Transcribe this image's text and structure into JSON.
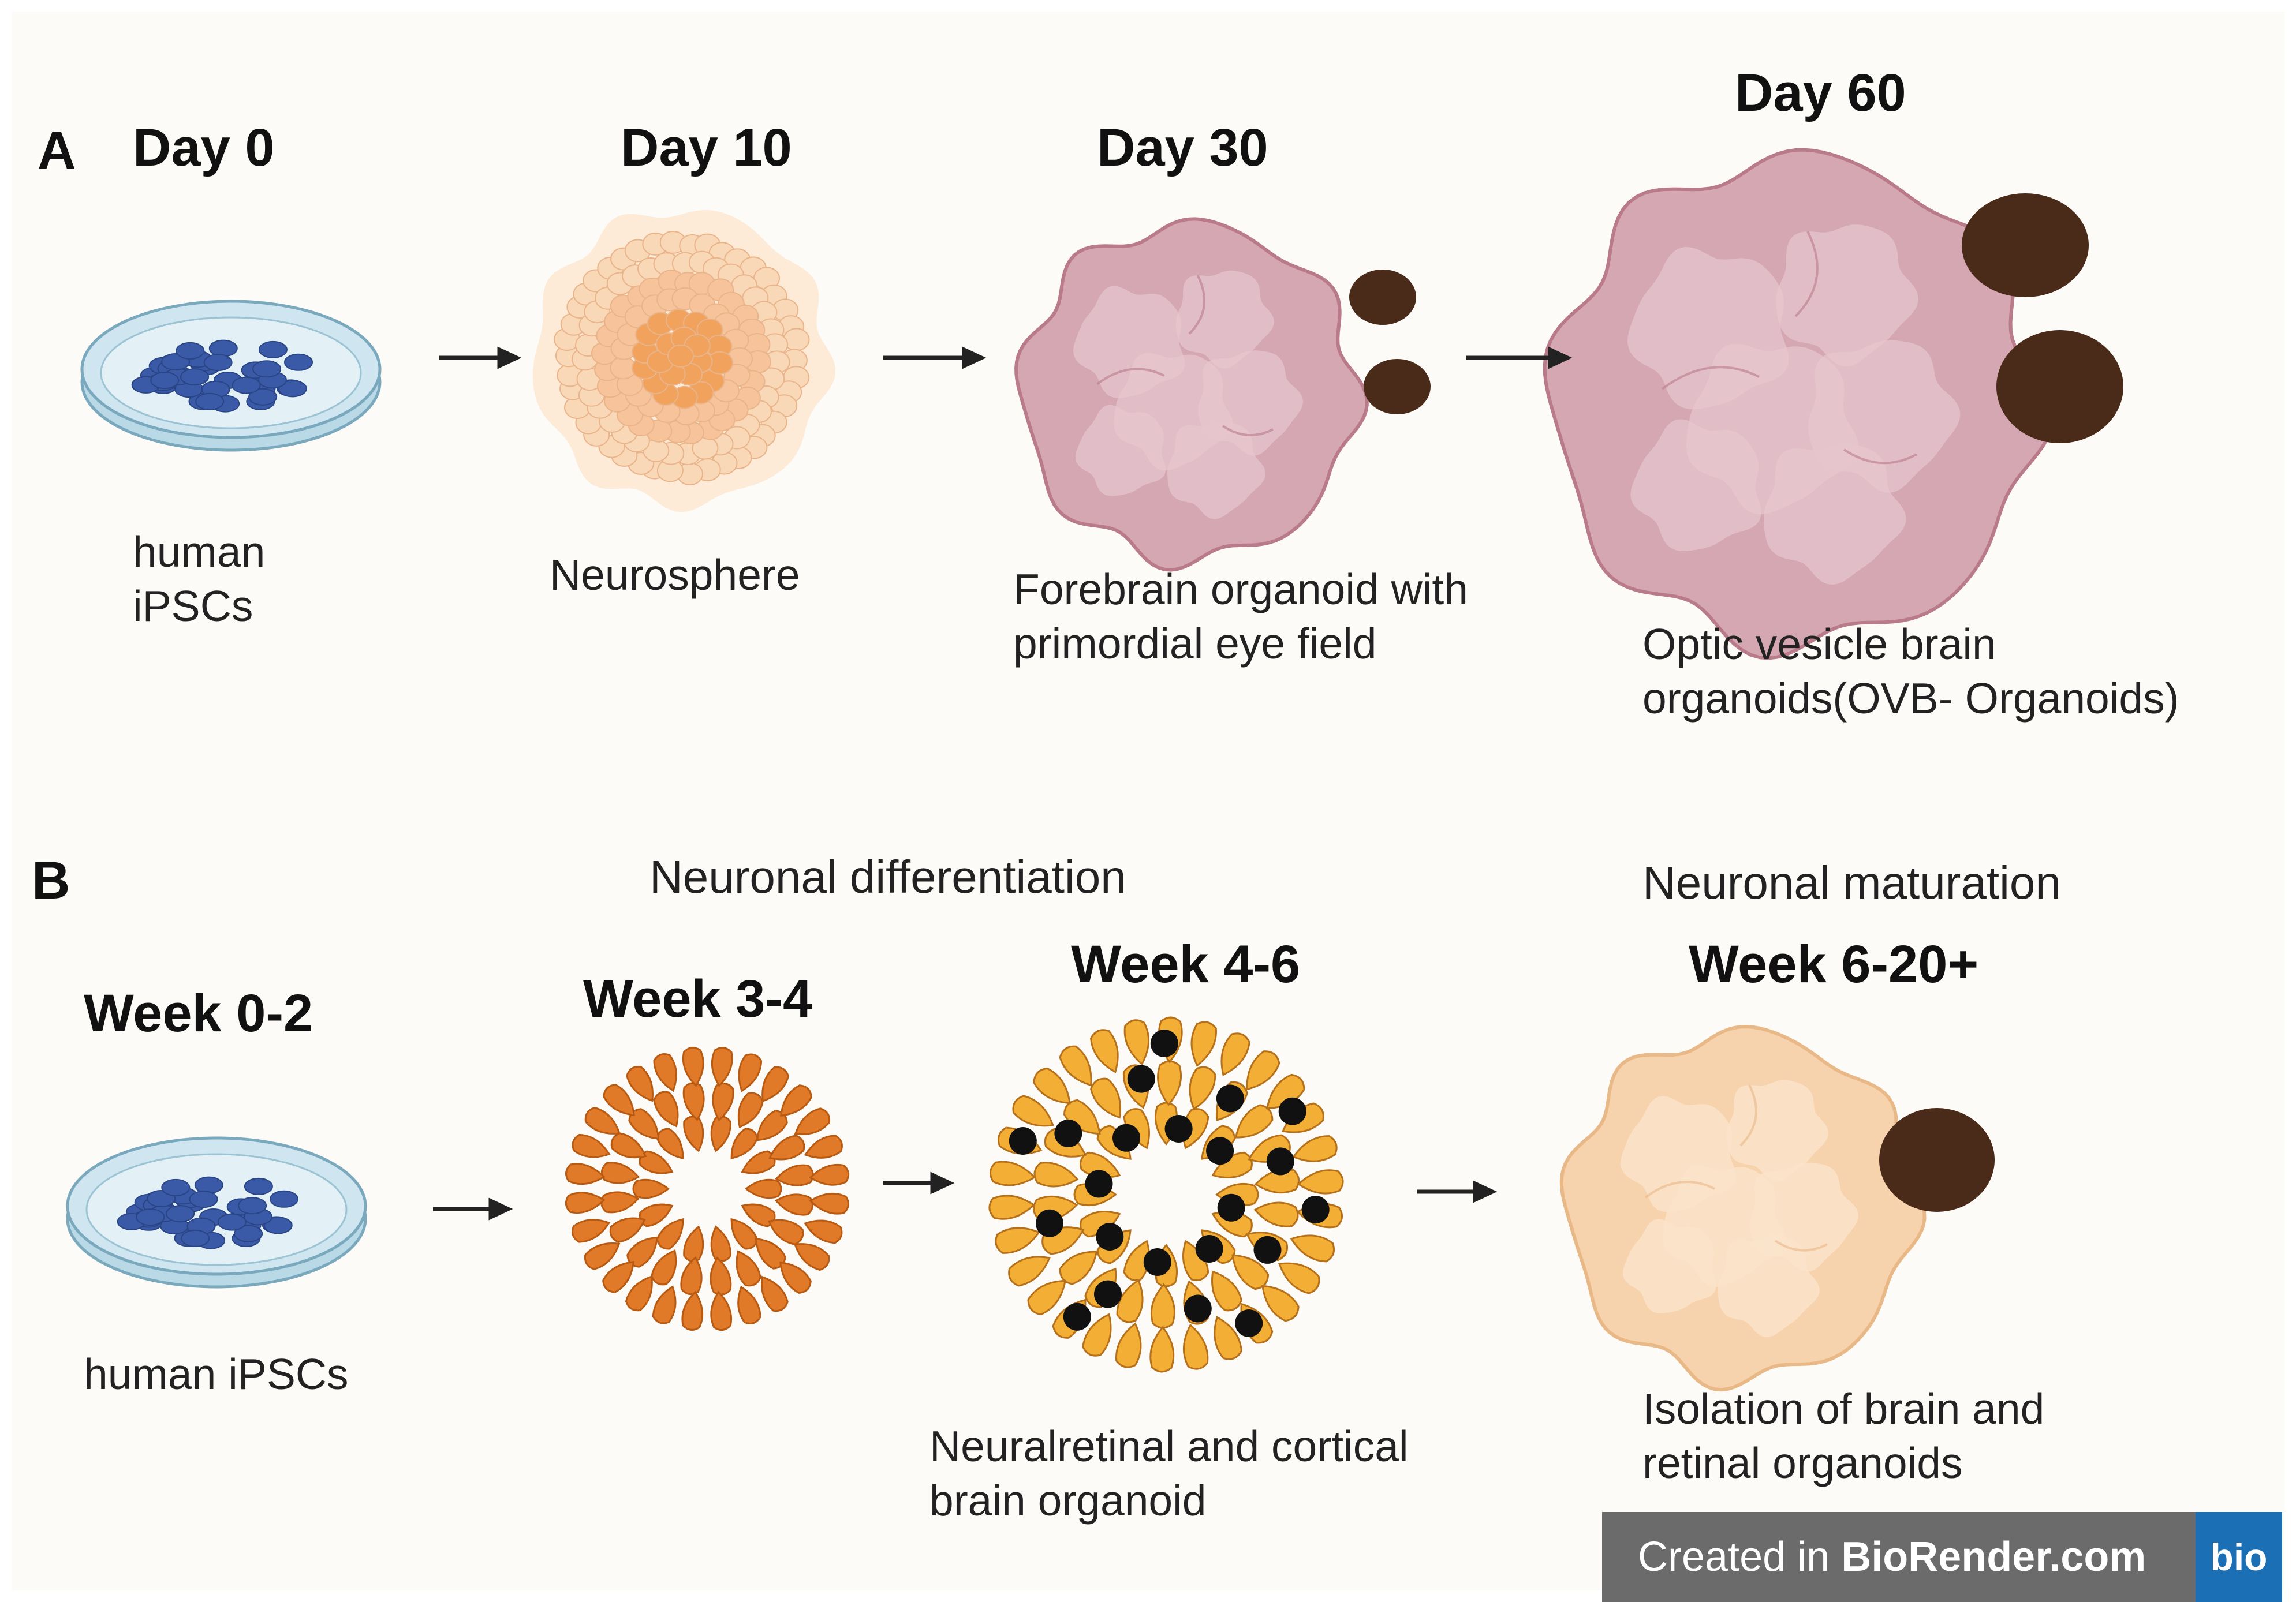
{
  "panel_a": {
    "label": "A",
    "stages": [
      {
        "title": "Day 0",
        "caption_lines": [
          "human",
          "iPSCs"
        ]
      },
      {
        "title": "Day 10",
        "caption_lines": [
          "Neurosphere"
        ]
      },
      {
        "title": "Day 30",
        "caption_lines": [
          "Forebrain organoid with",
          "primordial eye field"
        ]
      },
      {
        "title": "Day 60",
        "caption_lines": [
          "Optic vesicle brain",
          "organoids(OVB- Organoids)"
        ]
      }
    ]
  },
  "panel_b": {
    "label": "B",
    "phase_titles": {
      "differentiation": "Neuronal differentiation",
      "maturation": "Neuronal maturation"
    },
    "stages": [
      {
        "title": "Week 0-2",
        "caption_lines": [
          "human iPSCs"
        ]
      },
      {
        "title": "Week 3-4",
        "caption_lines": []
      },
      {
        "title": "Week 4-6",
        "caption_lines": [
          "Neuralretinal and cortical",
          "brain organoid"
        ]
      },
      {
        "title": "Week 6-20+",
        "caption_lines": [
          "Isolation of brain and",
          "retinal organoids"
        ]
      }
    ]
  },
  "watermark": {
    "prefix": "Created in ",
    "brand": "BioRender.com",
    "logo": "bio"
  },
  "colors": {
    "background": "#ffffff",
    "dish_cells": "#3a5aa8",
    "dish_liquid": "#cfe6f1",
    "neurosphere_core": "#f1a25c",
    "neurosphere_outer": "#f9d8b8",
    "organoid_pink": "#d4a7b2",
    "organoid_pink_edge": "#b97a8a",
    "eye_vesicle": "#4a2a18",
    "rosette_orange": "#e07a28",
    "rosette_yellow": "#f2ae35",
    "neuron_nucleus": "#111111",
    "organoid_peach": "#f6d2ad",
    "badge_bg": "#6b6b6b",
    "badge_logo": "#1a6fb5"
  }
}
